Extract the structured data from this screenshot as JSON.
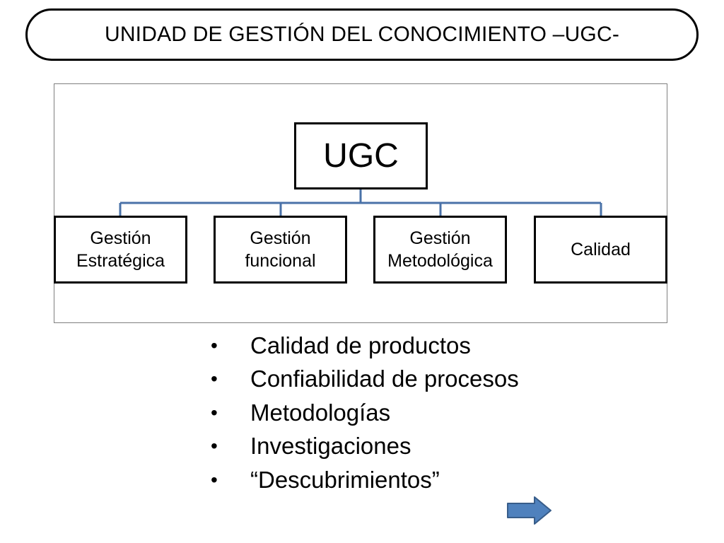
{
  "slide": {
    "title": "UNIDAD DE GESTIÓN DEL CONOCIMIENTO  –UGC-"
  },
  "org_chart": {
    "root": "UGC",
    "children": [
      {
        "line1": "Gestión",
        "line2": "Estratégica"
      },
      {
        "line1": "Gestión",
        "line2": "funcional"
      },
      {
        "line1": "Gestión",
        "line2": "Metodológica"
      },
      {
        "line1": "Calidad",
        "line2": ""
      }
    ],
    "connector_color": "#4a72a8"
  },
  "bullets": {
    "marker": "•",
    "items": [
      "Calidad de productos",
      "Confiabilidad de procesos",
      "Metodologías",
      "Investigaciones",
      "“Descubrimientos”"
    ]
  },
  "navigation": {
    "next_icon": "right-arrow-icon",
    "arrow_fill": "#4f81bd",
    "arrow_stroke": "#385d8a"
  }
}
